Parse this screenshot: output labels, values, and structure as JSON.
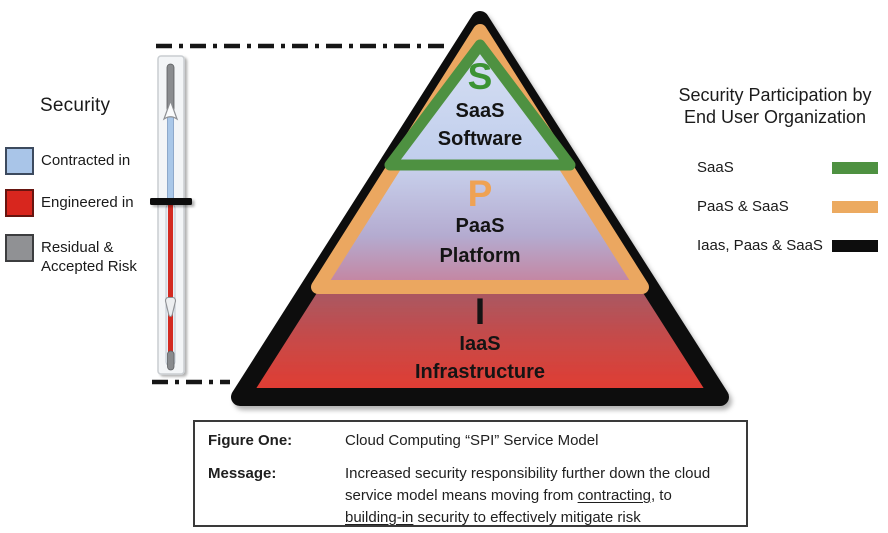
{
  "colors": {
    "saas_green": "#4e9141",
    "paas_orange": "#ecaa60",
    "iaas_black": "#0d0d0d",
    "contracted_blue": "#a9c5e8",
    "engineered_red": "#d8261e",
    "residual_gray": "#909194"
  },
  "left_panel": {
    "title": "Security",
    "legend": [
      {
        "label": "Contracted in",
        "color": "#a9c5e8",
        "border": "#3c4a5e"
      },
      {
        "label": "Engineered in",
        "color": "#d8261e",
        "border": "#671510"
      },
      {
        "label": "Residual & Accepted Risk",
        "color": "#909194",
        "border": "#3c3d3f"
      }
    ]
  },
  "pyramid": {
    "layers": [
      {
        "letter": "S",
        "acronym": "SaaS",
        "name": "Software",
        "letter_color": "#3c9334"
      },
      {
        "letter": "P",
        "acronym": "PaaS",
        "name": "Platform",
        "letter_color": "#efa253"
      },
      {
        "letter": "I",
        "acronym": "IaaS",
        "name": "Infrastructure",
        "letter_color": "#141414"
      }
    ]
  },
  "right_panel": {
    "title_line1": "Security Participation by",
    "title_line2": "End User Organization",
    "legend": [
      {
        "label": "SaaS",
        "color": "#4e9141"
      },
      {
        "label": "PaaS & SaaS",
        "color": "#ecaa60"
      },
      {
        "label": "Iaas, Paas & SaaS",
        "color": "#0d0d0d"
      }
    ]
  },
  "caption": {
    "figure_label": "Figure One:",
    "figure_text": "Cloud Computing “SPI” Service Model",
    "message_label": "Message:",
    "message_line1": "Increased security responsibility further down the cloud",
    "message_line2_pre": "service model means moving from ",
    "message_line2_underlined": "contracting",
    "message_line2_post": ", to",
    "message_line3_underlined": "building-in",
    "message_line3_post": " security to effectively mitigate risk"
  }
}
